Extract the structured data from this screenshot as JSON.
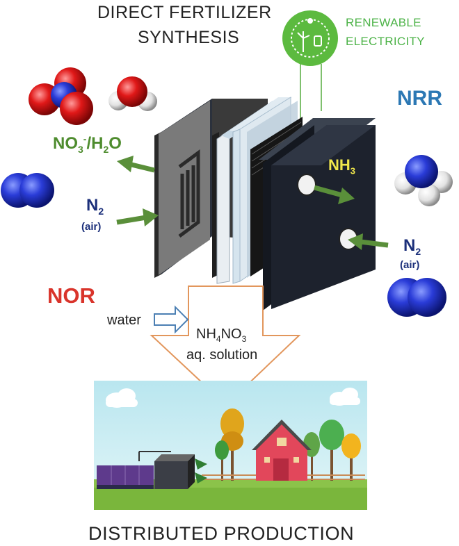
{
  "title": {
    "line1": "DIRECT FERTILIZER",
    "line2": "SYNTHESIS"
  },
  "renewable": {
    "line1": "RENEWABLE",
    "line2": "ELECTRICITY"
  },
  "labels": {
    "nrr": "NRR",
    "nor": "NOR",
    "no3_h2o": {
      "a": "NO",
      "b": "3",
      "c": "-",
      "d": "/H",
      "e": "2",
      "f": "O"
    },
    "nh3": {
      "a": "NH",
      "b": "3"
    },
    "n2_left": {
      "a": "N",
      "b": "2",
      "air": "(air)"
    },
    "n2_right": {
      "a": "N",
      "b": "2",
      "air": "(air)"
    },
    "water": "water",
    "product": {
      "a": "NH",
      "b": "4",
      "c": "NO",
      "d": "3",
      "line2": "aq. solution"
    }
  },
  "footer": "DISTRIBUTED PRODUCTION",
  "colors": {
    "accent_green": "#4db348",
    "arrow_green": "#5a8f3a",
    "nrr_blue": "#2c78b4",
    "nor_red": "#d9342b",
    "n2_navy": "#1b2f7a",
    "nh3_yellow": "#f1e84c",
    "arrow_outline": "#e2965c"
  }
}
